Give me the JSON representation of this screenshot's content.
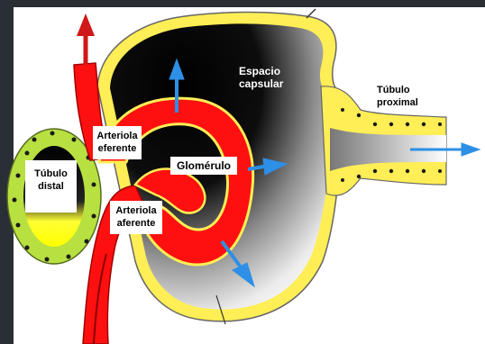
{
  "labels": {
    "espacio_capsular": [
      "Espacio",
      "capsular"
    ],
    "tubulo_proximal": [
      "Túbulo",
      "proximal"
    ],
    "arteriola_eferente": [
      "Arteriola",
      "eferente"
    ],
    "glomerulo": "Glomérulo",
    "tubulo_distal": [
      "Túbulo",
      "distal"
    ],
    "arteriola_aferente": [
      "Arteriola",
      "aferente"
    ]
  },
  "colors": {
    "frame": "#2a2e35",
    "capsule_wall": "#ffee55",
    "blood_vessel": "#ff1010",
    "vessel_shadow": "#a00000",
    "capsular_space": "#000000",
    "distal_tubule": "#b8e040",
    "filtration_arrow": "#2d8fe6",
    "efferent_arrow": "#d01818"
  }
}
